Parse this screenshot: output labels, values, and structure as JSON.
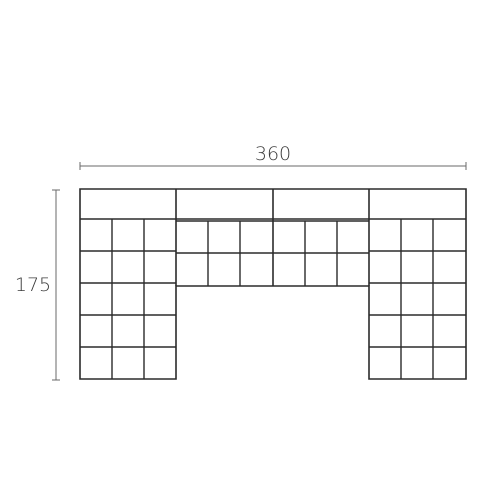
{
  "dimensions": {
    "width": {
      "value": "360"
    },
    "depth": {
      "value": "175"
    }
  },
  "colors": {
    "stroke": "#2b2b2b",
    "dimension_line": "#6a6a6a",
    "text": "#3a3a3a",
    "background": "#ffffff"
  },
  "sofa": {
    "sections": [
      "left-arm",
      "center-left",
      "center-right",
      "right-arm"
    ],
    "cushion_grid": {
      "left_arm": {
        "columns": 3,
        "rows": 5
      },
      "center_left": {
        "columns": 3,
        "rows": 2
      },
      "center_right": {
        "columns": 3,
        "rows": 2
      },
      "right_arm": {
        "columns": 3,
        "rows": 5
      }
    }
  }
}
